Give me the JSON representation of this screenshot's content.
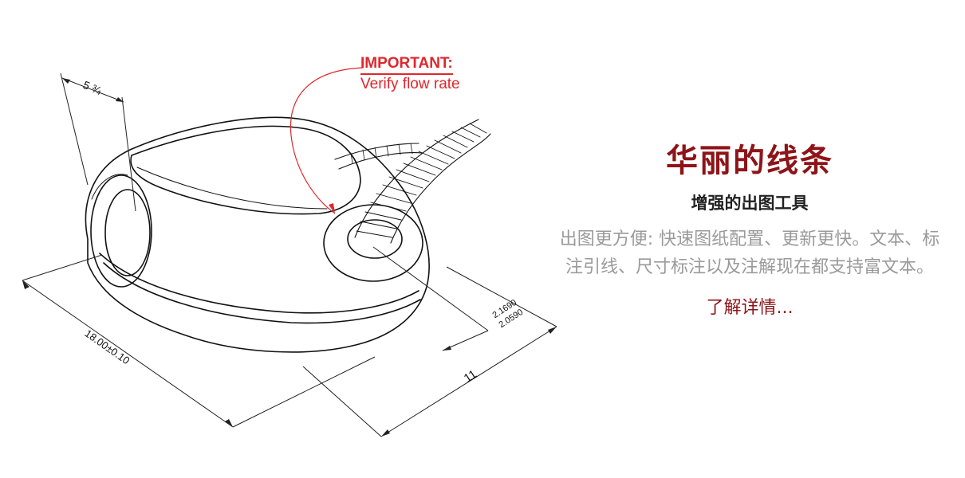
{
  "callout": {
    "heading": "IMPORTANT:",
    "text": "Verify flow rate"
  },
  "dimensions": {
    "top_left": "5 ¾",
    "length": "18.00±0.10",
    "width": "11",
    "tolerance_upper": "2.1690",
    "tolerance_lower": "2.0590"
  },
  "feature": {
    "title": "华丽的线条",
    "subtitle": "增强的出图工具",
    "description": "出图更方便: 快速图纸配置、更新更快。文本、标注引线、尺寸标注以及注解现在都支持富文本。",
    "link": "了解详情..."
  },
  "colors": {
    "accent": "#8e1418",
    "callout_red": "#e0262b",
    "description_gray": "#9a9a9a"
  }
}
